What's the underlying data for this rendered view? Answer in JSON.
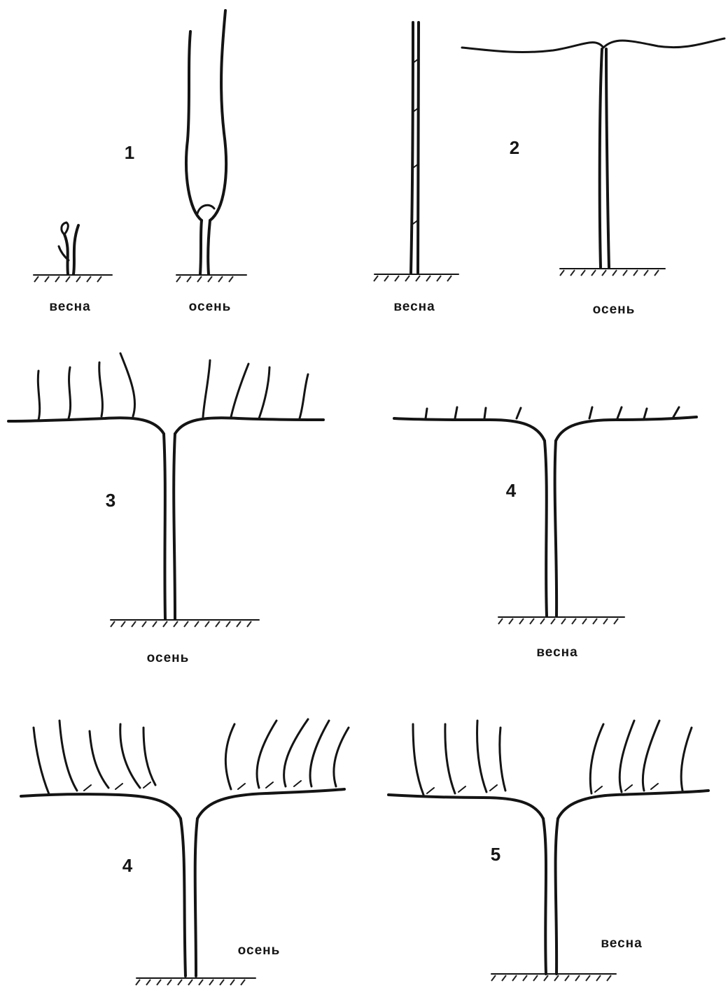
{
  "stages": [
    {
      "number": "1",
      "figures": [
        {
          "season": "весна"
        },
        {
          "season": "осень"
        }
      ]
    },
    {
      "number": "2",
      "figures": [
        {
          "season": "весна"
        },
        {
          "season": "осень"
        }
      ]
    },
    {
      "number": "3",
      "figures": [
        {
          "season": "осень"
        }
      ]
    },
    {
      "number": "4",
      "figures": [
        {
          "season": "весна"
        }
      ]
    },
    {
      "number": "4",
      "figures": [
        {
          "season": "осень"
        }
      ]
    },
    {
      "number": "5",
      "figures": [
        {
          "season": "весна"
        }
      ]
    }
  ]
}
